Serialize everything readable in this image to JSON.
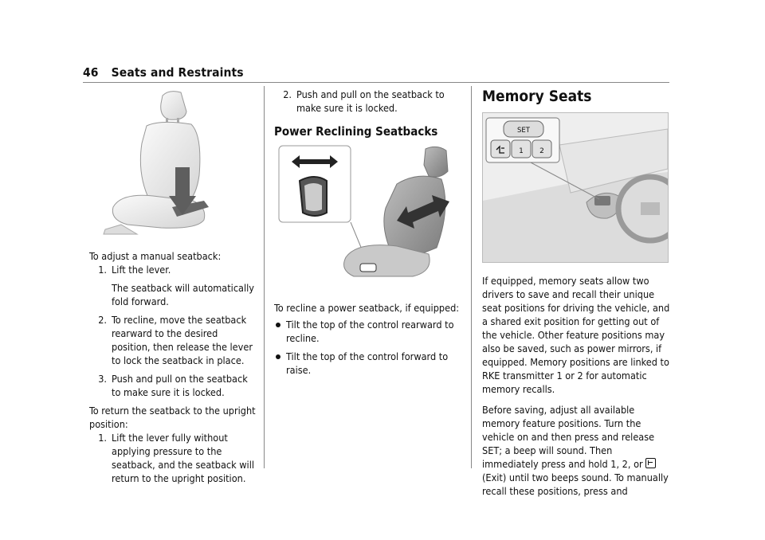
{
  "header": {
    "page_number": "46",
    "section_title": "Seats and Restraints"
  },
  "col1": {
    "intro": "To adjust a manual seatback:",
    "steps": [
      {
        "num": "1.",
        "text": "Lift the lever."
      },
      {
        "num": "",
        "text": "The seatback will automatically fold forward."
      },
      {
        "num": "2.",
        "text": "To recline, move the seatback rearward to the desired position, then release the lever to lock the seatback in place."
      },
      {
        "num": "3.",
        "text": "Push and pull on the seatback to make sure it is locked."
      }
    ],
    "return_intro": "To return the seatback to the upright position:",
    "return_steps": [
      {
        "num": "1.",
        "text": "Lift the lever fully without applying pressure to the seatback, and the seatback will return to the upright position."
      }
    ]
  },
  "col2": {
    "step2": {
      "num": "2.",
      "text": "Push and pull on the seatback to make sure it is locked."
    },
    "heading": "Power Reclining Seatbacks",
    "intro": "To recline a power seatback, if equipped:",
    "bullets": [
      "Tilt the top of the control rearward to recline.",
      "Tilt the top of the control forward to raise."
    ]
  },
  "col3": {
    "heading": "Memory Seats",
    "set_label": "SET",
    "btn1": "1",
    "btn2": "2",
    "para1": "If equipped, memory seats allow two drivers to save and recall their unique seat positions for driving the vehicle, and a shared exit position for getting out of the vehicle. Other feature positions may also be saved, such as power mirrors, if equipped. Memory positions are linked to RKE transmitter 1 or 2 for automatic memory recalls.",
    "para2a": "Before saving, adjust all available memory feature positions. Turn the vehicle on and then press and release SET; a beep will sound. Then immediately press and hold 1, 2, or",
    "para2b": "(Exit) until two beeps sound. To manually recall these positions, press and"
  },
  "colors": {
    "rule": "#888888",
    "illustration_fill": "#f4f4f4",
    "arrow_gray": "#6a6a6a"
  }
}
